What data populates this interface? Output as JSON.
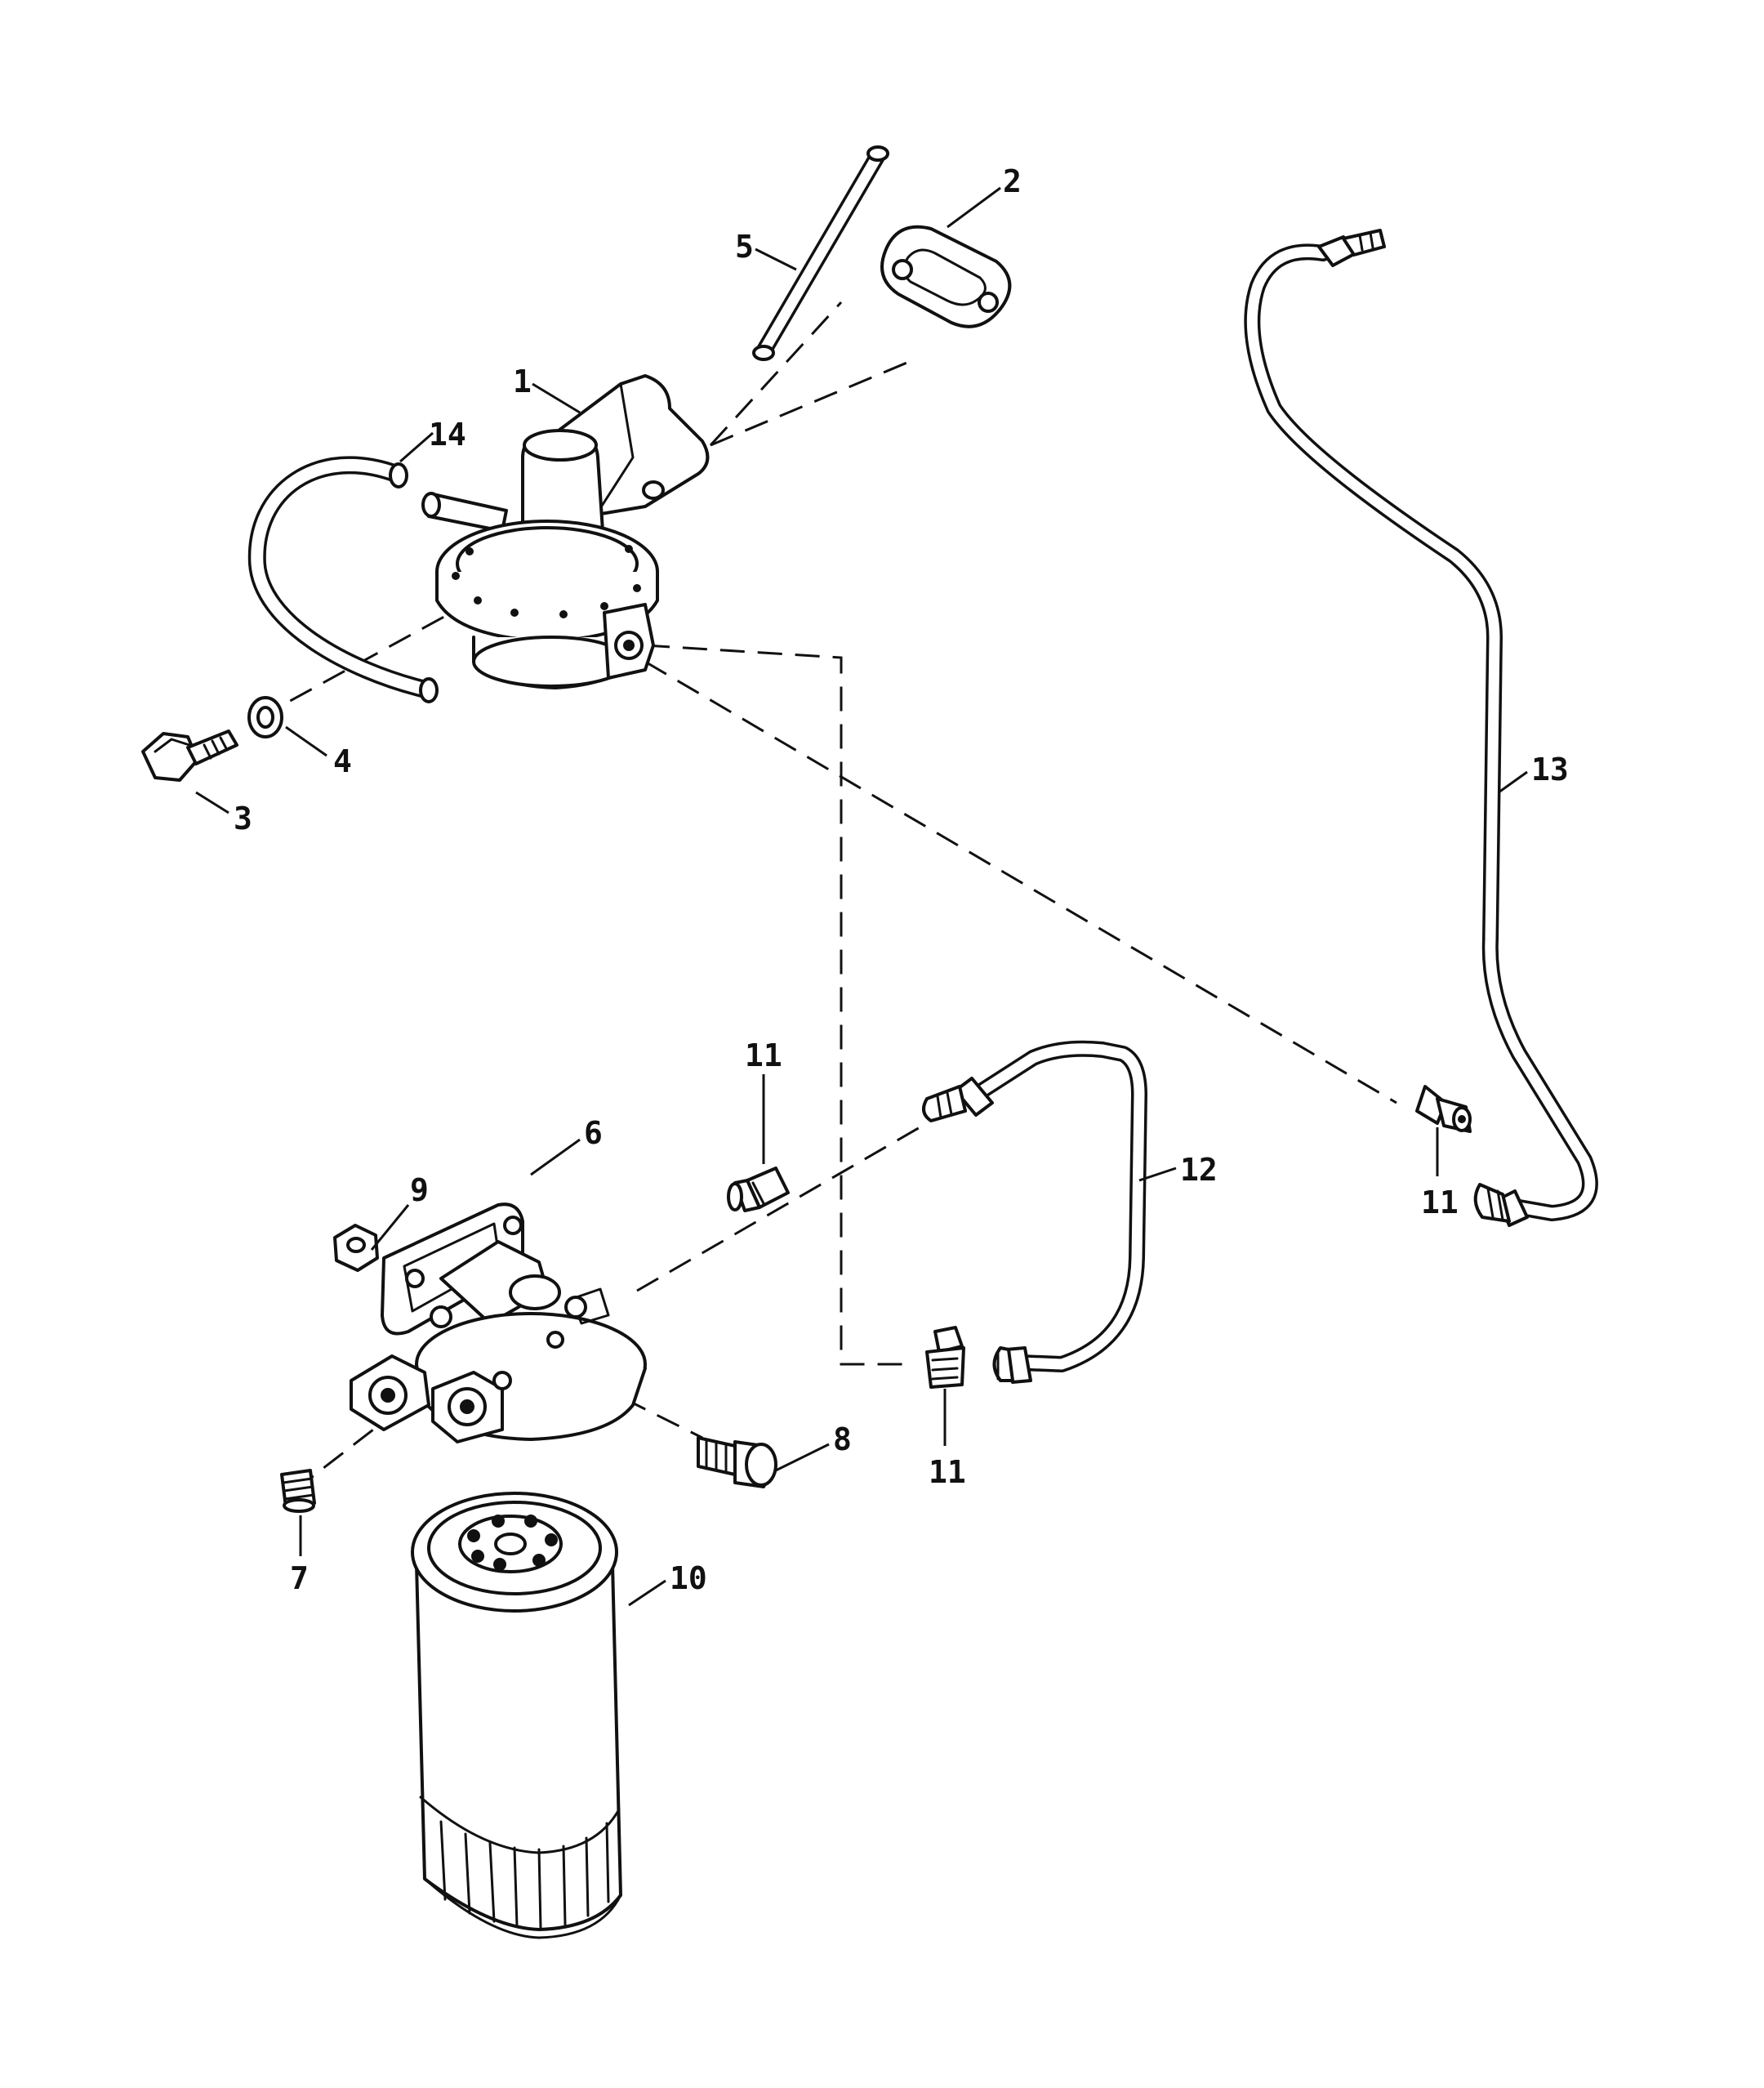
{
  "callouts": {
    "c1": "1",
    "c2": "2",
    "c3": "3",
    "c4": "4",
    "c5": "5",
    "c6": "6",
    "c7": "7",
    "c8": "8",
    "c9": "9",
    "c10": "10",
    "c11a": "11",
    "c11b": "11",
    "c11c": "11",
    "c12": "12",
    "c13": "13",
    "c14": "14"
  }
}
